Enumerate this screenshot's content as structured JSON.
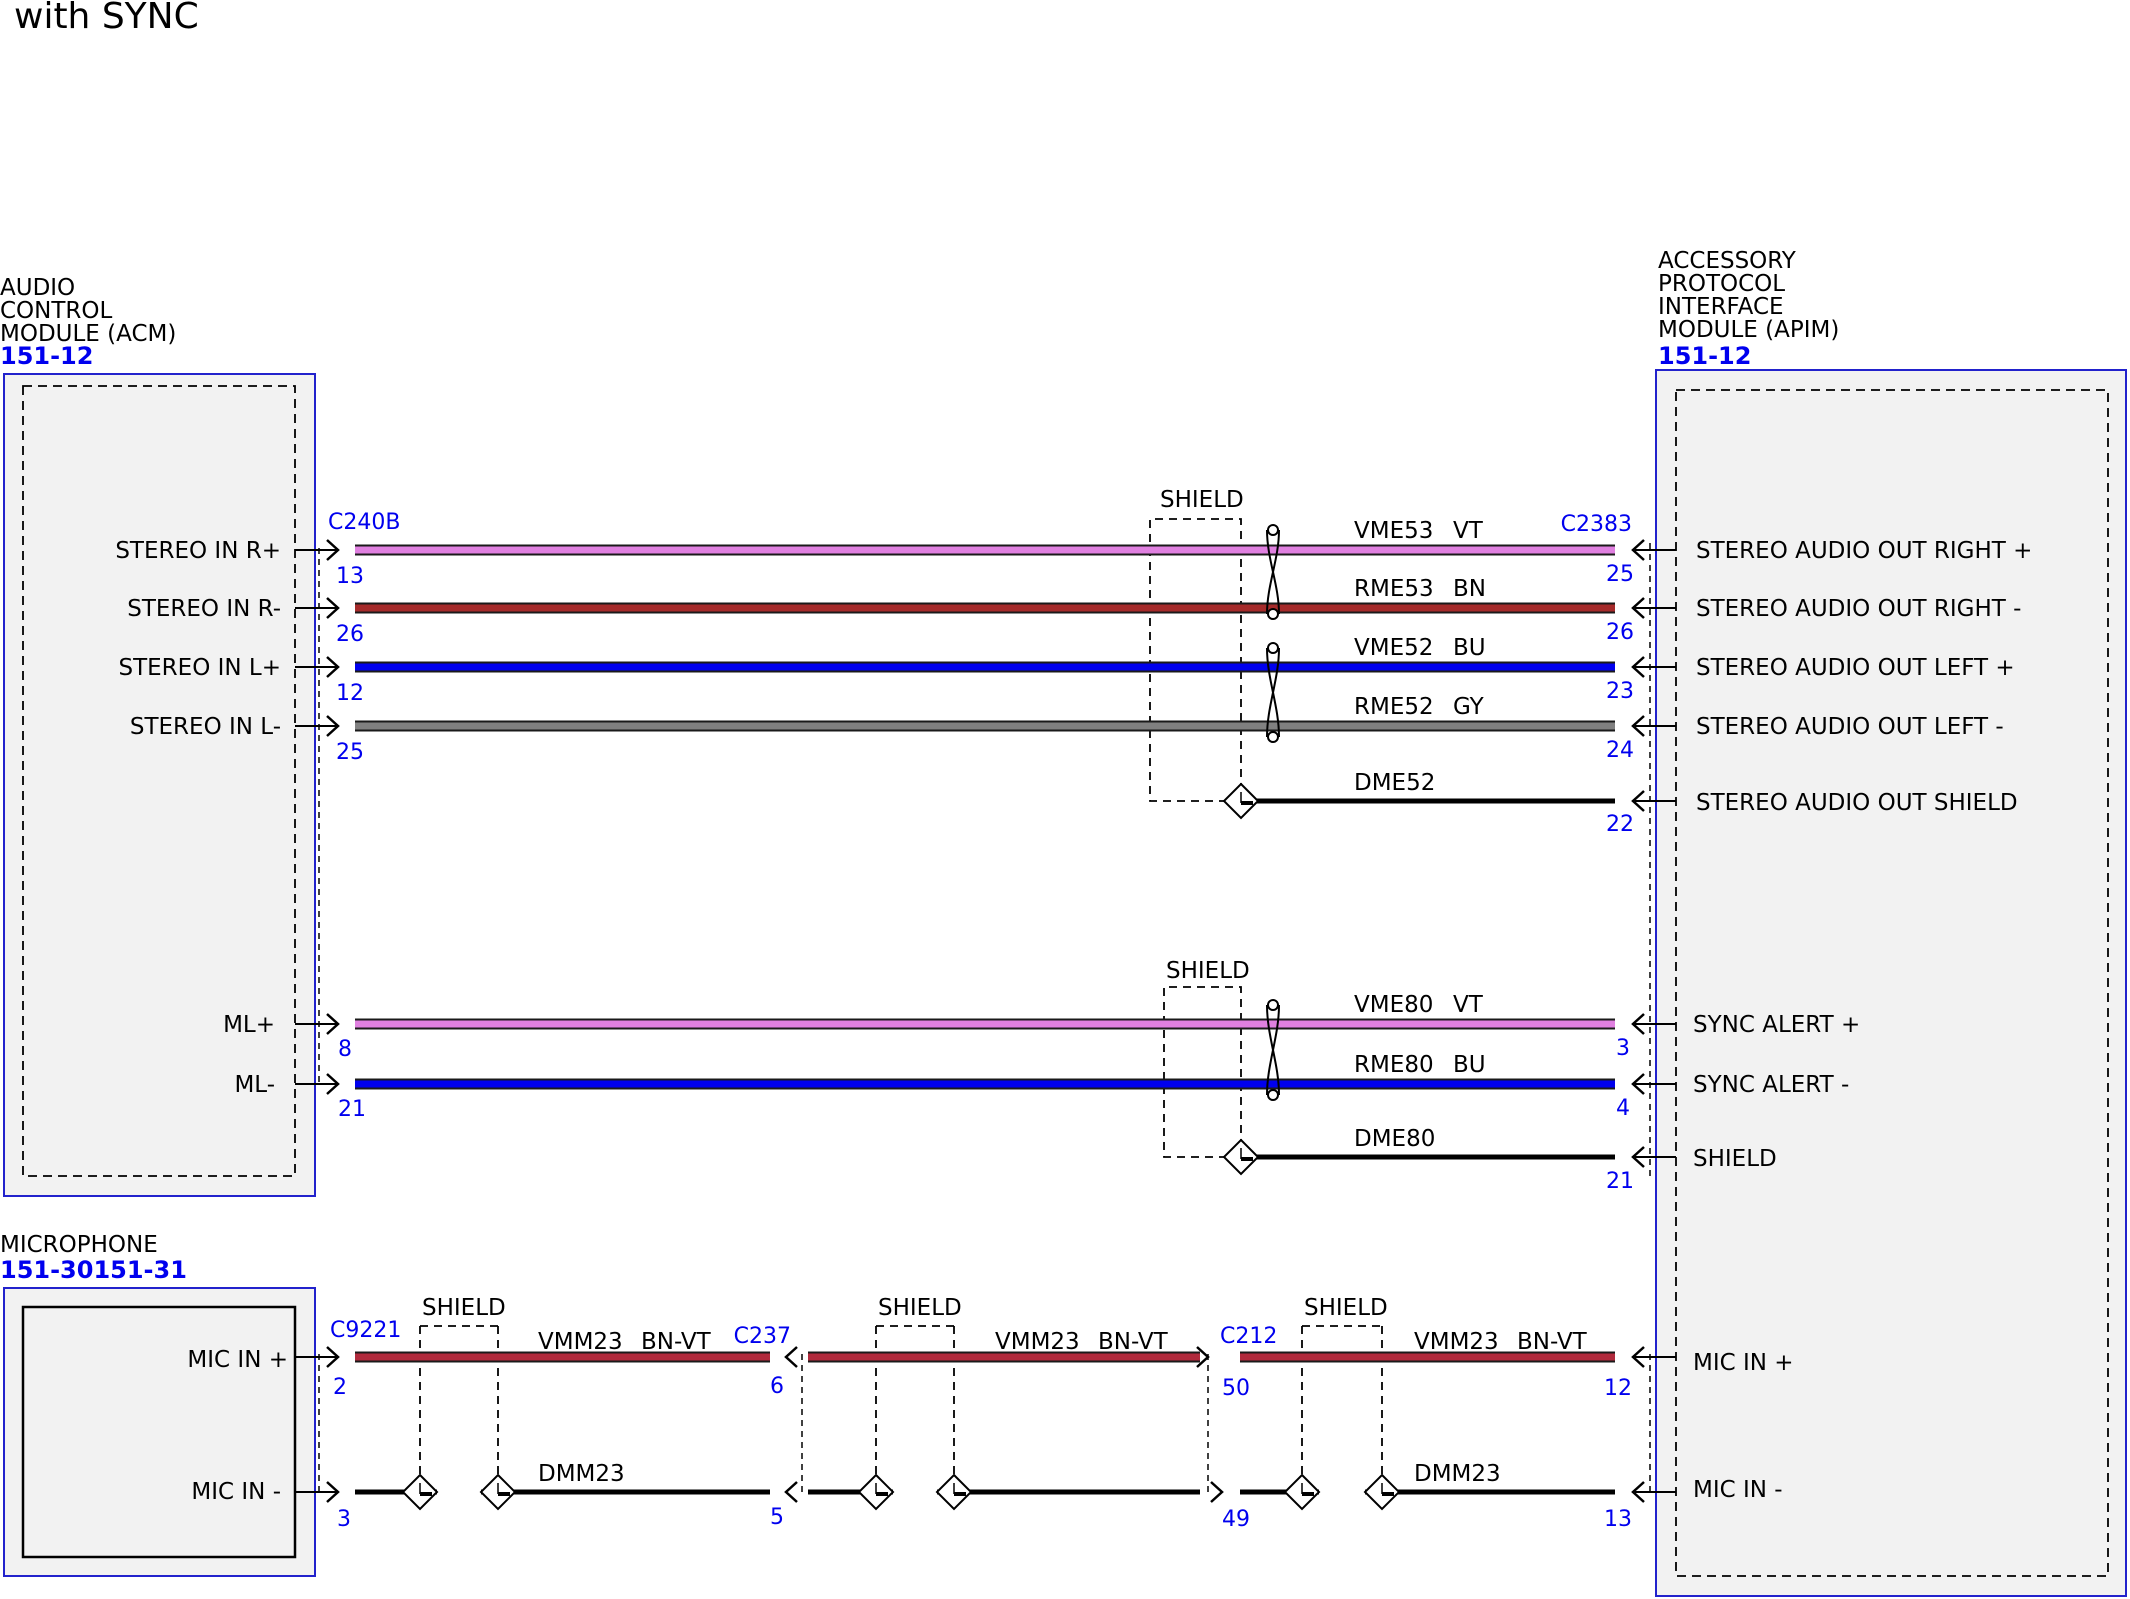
{
  "title": "with SYNC",
  "colors": {
    "VT": "#e080e0",
    "BN": "#a52a2a",
    "BU": "#0000ee",
    "GY": "#808080",
    "BN-VT": "#b02a3c",
    "shield": "#000000",
    "module_border": "#2222cc",
    "module_fill": "#f2f2f2",
    "pin_number": "#0000ee"
  },
  "modules": {
    "acm": {
      "name_lines": [
        "AUDIO",
        "CONTROL",
        "MODULE (ACM)"
      ],
      "ref": "151-12"
    },
    "apim": {
      "name_lines": [
        "ACCESSORY",
        "PROTOCOL",
        "INTERFACE",
        "MODULE (APIM)"
      ],
      "ref": "151-12"
    },
    "microphone": {
      "name_lines": [
        "MICROPHONE"
      ],
      "ref": "151-30151-31"
    }
  },
  "connectors": {
    "acm": "C240B",
    "apim": "C2383",
    "mic": "C9221",
    "inline_1": "C237",
    "inline_2": "C212"
  },
  "shield_label": "SHIELD",
  "stereo_circuits": [
    {
      "left_label": "STEREO IN R+",
      "left_pin": "13",
      "circuit": "VME53",
      "color_code": "VT",
      "right_pin": "25",
      "right_label": "STEREO AUDIO OUT RIGHT +"
    },
    {
      "left_label": "STEREO IN R-",
      "left_pin": "26",
      "circuit": "RME53",
      "color_code": "BN",
      "right_pin": "26",
      "right_label": "STEREO AUDIO OUT RIGHT -"
    },
    {
      "left_label": "STEREO IN L+",
      "left_pin": "12",
      "circuit": "VME52",
      "color_code": "BU",
      "right_pin": "23",
      "right_label": "STEREO AUDIO OUT LEFT +"
    },
    {
      "left_label": "STEREO IN L-",
      "left_pin": "25",
      "circuit": "RME52",
      "color_code": "GY",
      "right_pin": "24",
      "right_label": "STEREO AUDIO OUT LEFT -"
    }
  ],
  "stereo_drain": {
    "circuit": "DME52",
    "right_pin": "22",
    "right_label": "STEREO AUDIO OUT SHIELD"
  },
  "sync_circuits": [
    {
      "left_label": "ML+",
      "left_pin": "8",
      "circuit": "VME80",
      "color_code": "VT",
      "right_pin": "3",
      "right_label": "SYNC ALERT +"
    },
    {
      "left_label": "ML-",
      "left_pin": "21",
      "circuit": "RME80",
      "color_code": "BU",
      "right_pin": "4",
      "right_label": "SYNC ALERT -"
    }
  ],
  "sync_drain": {
    "circuit": "DME80",
    "right_pin": "21",
    "right_label": "SHIELD"
  },
  "mic_circuits": {
    "plus": {
      "left_label": "MIC IN +",
      "right_label": "MIC IN +",
      "circuit": "VMM23",
      "color_code": "BN-VT",
      "pins": {
        "mic": "2",
        "inline_1": "6",
        "inline_2": "50",
        "apim": "12"
      }
    },
    "minus": {
      "left_label": "MIC IN -",
      "right_label": "MIC IN -",
      "circuit": "DMM23",
      "pins": {
        "mic": "3",
        "inline_1": "5",
        "inline_2": "49",
        "apim": "13"
      }
    }
  }
}
